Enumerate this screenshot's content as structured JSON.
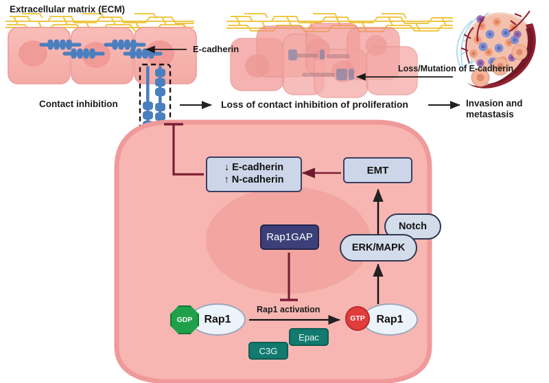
{
  "title": "E-cadherin / Rap1 signaling and loss of contact inhibition schematic",
  "labels": {
    "ecm": "Extracellular matrix (ECM)",
    "e_cadherin": "E-cadherin",
    "loss_mutation_line1": "Loss/Mutation",
    "loss_mutation_line2": "of E-cadherin",
    "contact_inhibition": "Contact inhibition",
    "loss_of_contact": "Loss of contact inhibition of proliferation",
    "invasion_line1": "Invasion and",
    "invasion_line2": "metastasis",
    "rap1_activation": "Rap1 activation"
  },
  "nodes": {
    "cadherin_box_line1": "↓ E-cadherin",
    "cadherin_box_line2": "↑ N-cadherin",
    "emt": "EMT",
    "notch": "Notch",
    "erk_mapk": "ERK/MAPK",
    "rap1gap": "Rap1GAP",
    "rap1_left": "Rap1",
    "rap1_right": "Rap1",
    "gdp": "GDP",
    "gtp": "GTP",
    "c3g": "C3G",
    "epac": "Epac"
  },
  "colors": {
    "cell_fill": "#f7b6b2",
    "cell_border": "#ef9a9a",
    "nucleus": "#f09b98",
    "cadherin_blue": "#4a7fbf",
    "ecm_gold": "#f0c33c",
    "node_blue": "#ccd6e8",
    "node_border": "#3a3f63",
    "rap1gap_fill": "#3c3f78",
    "teal": "#127a6e",
    "gdp_green": "#1fa04a",
    "gtp_red": "#e23c3c",
    "inhibition_red": "#7b1f35",
    "arrow_black": "#1a1a1a",
    "tumor_vessel": "#8e2230",
    "tumor_cell": "#f0a98c",
    "tumor_blue_cell": "#7f8fd0",
    "tumor_purple_cell": "#9b6fb5",
    "tumor_fiber": "#9fd4ea"
  },
  "diagram_elements": {
    "epithelial_cells_normal": 3,
    "epithelial_cells_disorganized": 7,
    "junction_pairs_normal": 2,
    "dashed_highlight_box": "cadherin junction zoom region"
  }
}
